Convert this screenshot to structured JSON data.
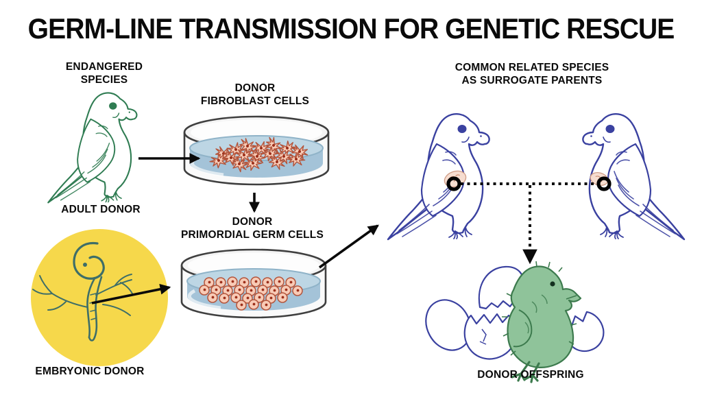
{
  "title": "GERM-LINE TRANSMISSION FOR GENETIC RESCUE",
  "sections": {
    "adult_donor": {
      "heading": [
        "ENDANGERED",
        "SPECIES"
      ],
      "caption": "ADULT DONOR",
      "illustration": "green-falcon-icon"
    },
    "fibroblast_dish": {
      "heading": [
        "DONOR",
        "FIBROBLAST CELLS"
      ],
      "illustration": "petri-dish-icon",
      "cell_count": 17
    },
    "germ_cell_dish": {
      "heading": [
        "DONOR",
        "PRIMORDIAL GERM CELLS"
      ],
      "illustration": "petri-dish-icon",
      "cell_count": 27
    },
    "embryonic_donor": {
      "caption": "EMBRYONIC DONOR",
      "illustration": "embryo-in-yolk-icon"
    },
    "surrogate_parents": {
      "heading": [
        "COMMON RELATED SPECIES",
        "AS SURROGATE PARENTS"
      ],
      "illustration": "two-blue-falcons-icon",
      "bird_count": 2
    },
    "offspring": {
      "caption": "DONOR OFFSPRING",
      "illustration": "hatching-green-chick-icon"
    }
  },
  "flow": {
    "arrows": [
      "adult-donor to fibroblast-dish",
      "fibroblast-dish to germ-cell-dish",
      "embryonic-donor to germ-cell-dish",
      "germ-cell-dish to surrogate-parents",
      "surrogate-parents to donor-offspring (dotted)"
    ]
  },
  "colors": {
    "text": "#0a0a0a",
    "endangered_green": "#2f7c52",
    "surrogate_blue": "#3a41a0",
    "yolk_yellow": "#f6d84b",
    "embryo_teal": "#3e6e68",
    "dish_outline": "#3f3f3f",
    "medium_blue": "#a4c3d8",
    "cell_pink": "#f8cbb6",
    "nucleus_red": "#9c2f1a",
    "chick_green": "#8fc39a",
    "chick_line_green": "#3c7a4d"
  }
}
